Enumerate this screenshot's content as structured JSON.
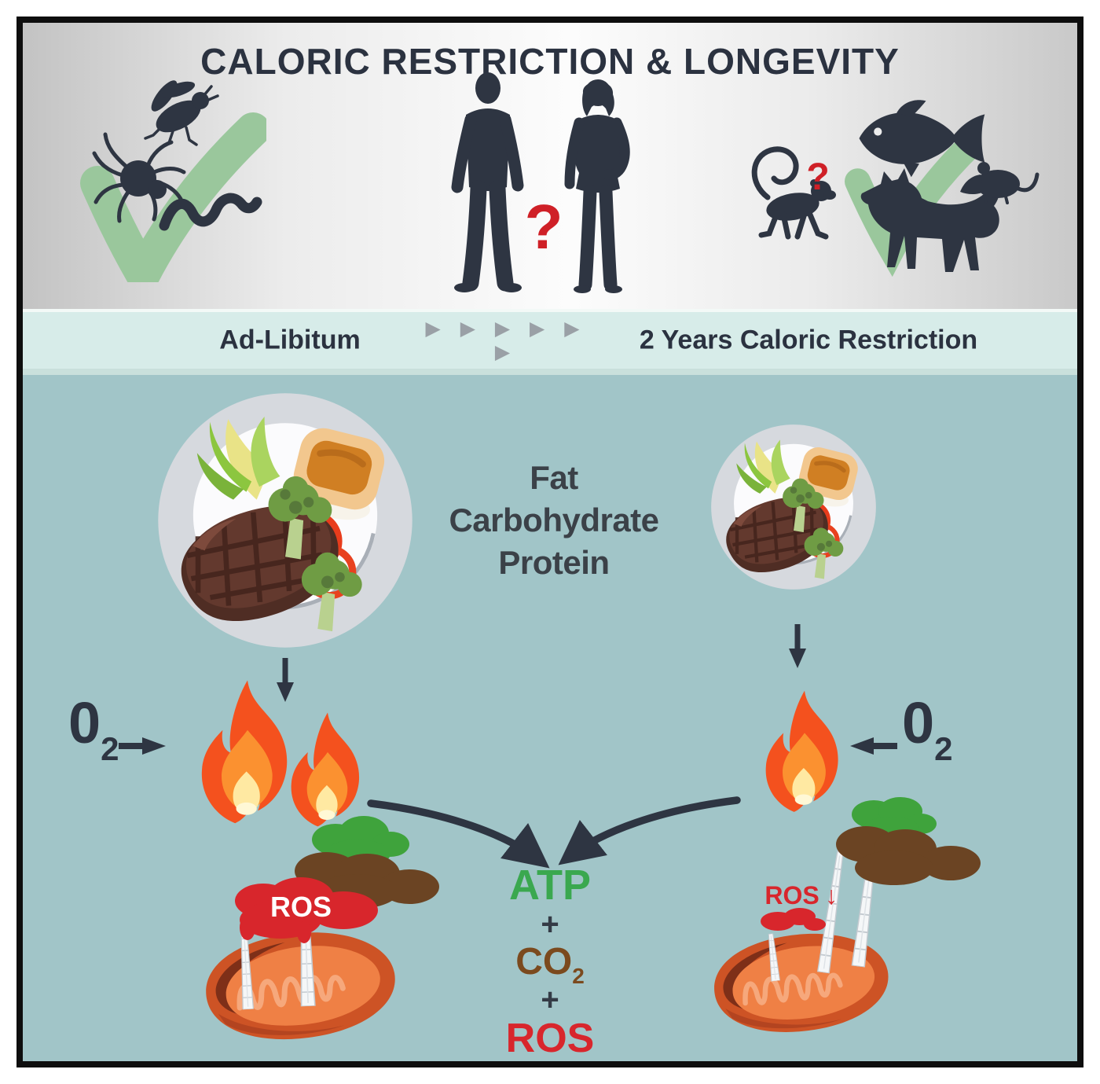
{
  "title": "CALORIC RESTRICTION & LONGEVITY",
  "header": {
    "left_question_mark": "?",
    "right_question_mark": "?"
  },
  "timeline": {
    "left_label": "Ad-Libitum",
    "chevrons": "▶ ▶ ▶ ▶ ▶ ▶",
    "right_label": "2 Years Caloric Restriction"
  },
  "nutrients": {
    "fat": "Fat",
    "carbohydrate": "Carbohydrate",
    "protein": "Protein"
  },
  "oxygen_left": {
    "symbol": "0",
    "subscript": "2"
  },
  "oxygen_right": {
    "symbol": "0",
    "subscript": "2"
  },
  "products": {
    "atp": "ATP",
    "plus_1": "+",
    "co2_symbol": "CO",
    "co2_subscript": "2",
    "plus_2": "+",
    "ros": "ROS"
  },
  "mitochondria": {
    "left_ros_cloud_label": "ROS",
    "right_ros_label": "ROS",
    "right_ros_down_arrow": "↓"
  },
  "colors": {
    "background_teal": "#a1c5c8",
    "timeline_band": "#d7ece9",
    "silhouette_dark": "#2e3542",
    "check_green": "#9ac79c",
    "question_red": "#cf2027",
    "atp_green": "#3aa84f",
    "co2_brown": "#7b4a1e",
    "ros_red": "#d8262c",
    "flame_outer": "#f4511e",
    "flame_mid": "#fb9130",
    "flame_core": "#ffe9a2",
    "mitochondrion_orange": "#cd5325",
    "title_dark": "#2b3240"
  }
}
